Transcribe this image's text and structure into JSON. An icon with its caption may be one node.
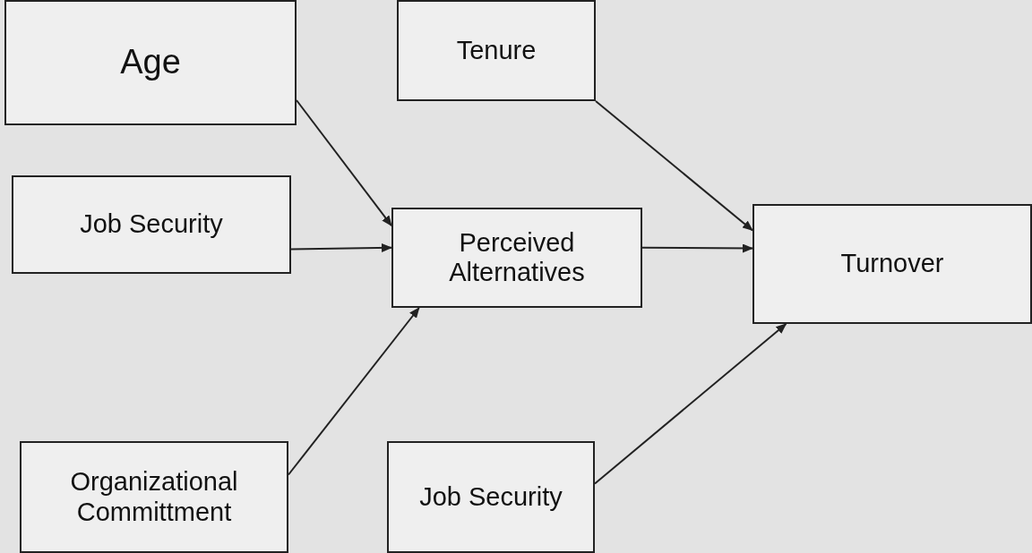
{
  "diagram": {
    "nodes": [
      {
        "text": [
          "Age"
        ]
      },
      {
        "text": [
          "Tenure"
        ]
      },
      {
        "text": [
          "Job Security"
        ]
      },
      {
        "text": [
          "Perceived Alternatives"
        ]
      },
      {
        "text": [
          "Turnover"
        ]
      },
      {
        "text": [
          "Organizational Committment"
        ]
      },
      {
        "text": [
          "Job Security"
        ]
      }
    ],
    "edges": [
      {
        "from": 0,
        "to": 3,
        "arrow": "to"
      },
      {
        "from": 1,
        "to": 4,
        "arrow": "to"
      },
      {
        "from": 2,
        "to": 3,
        "arrow": "to"
      },
      {
        "from": 3,
        "to": 4,
        "arrow": "to"
      },
      {
        "from": 5,
        "to": 3,
        "arrow": "to"
      },
      {
        "from": 6,
        "to": 4,
        "arrow": "to"
      }
    ]
  }
}
